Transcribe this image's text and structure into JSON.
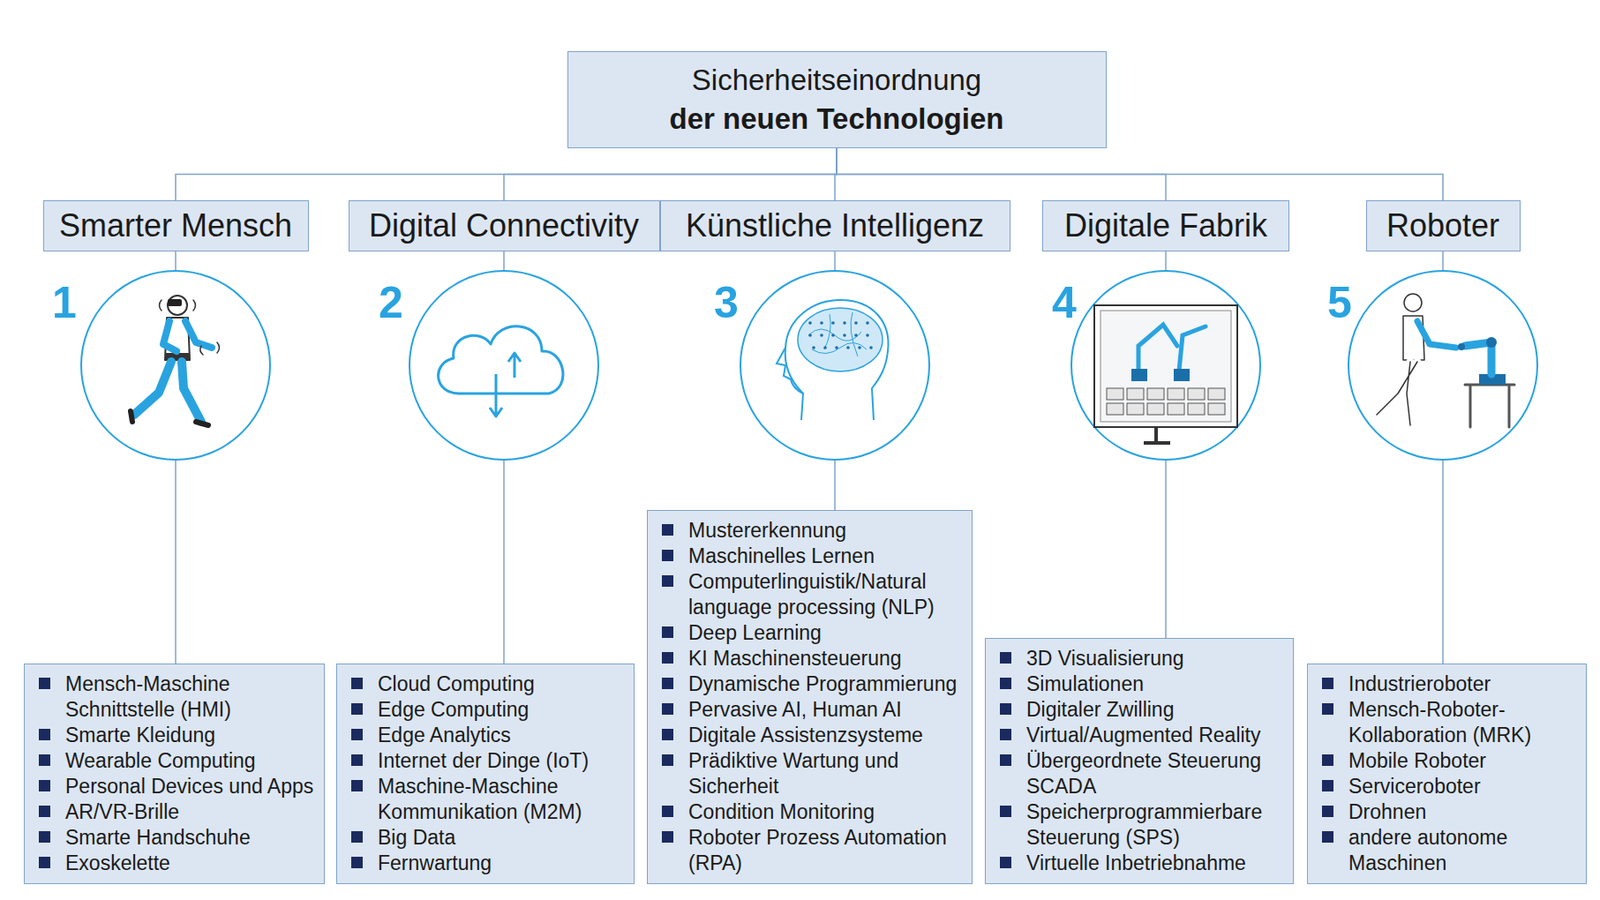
{
  "diagram": {
    "nodes": [
      {
        "text": [
          "Sicherheitseinordnung",
          "der neuen Technologien"
        ]
      },
      {
        "text": [
          "Smarter Mensch"
        ]
      },
      {
        "text": [
          "Digital Connectivity"
        ]
      },
      {
        "text": [
          "Künstliche Intelligenz"
        ]
      },
      {
        "text": [
          "Digitale Fabrik"
        ]
      },
      {
        "text": [
          "Roboter"
        ]
      },
      {
        "text": [
          "Mensch-Maschine Schnittstelle (HMI)",
          "Smarte Kleidung",
          "Wearable Computing",
          "Personal Devices und Apps",
          "AR/VR-Brille",
          "Smarte Handschuhe",
          "Exoskelette"
        ]
      },
      {
        "text": [
          "Cloud Computing",
          "Edge Computing",
          "Edge Analytics",
          "Internet der Dinge (IoT)",
          "Maschine-Maschine Kommunikation (M2M)",
          "Big Data",
          "Fernwartung"
        ]
      },
      {
        "text": [
          "Mustererkennung",
          "Maschinelles Lernen",
          "Computerlinguistik/Natural language processing (NLP)",
          "Deep Learning",
          "KI Maschinensteuerung",
          "Dynamische Programmierung",
          "Pervasive AI, Human AI",
          "Digitale Assistenzsysteme",
          "Prädiktive Wartung und Sicherheit",
          "Condition Monitoring",
          "Roboter Prozess Automation (RPA)"
        ]
      },
      {
        "text": [
          "3D Visualisierung",
          "Simulationen",
          "Digitaler Zwilling",
          "Virtual/Augmented Reality",
          "Übergeordnete Steuerung SCADA",
          "Speicherprogrammierbare Steuerung (SPS)",
          "Virtuelle Inbetriebnahme"
        ]
      },
      {
        "text": [
          "Industrieroboter",
          "Mensch-Roboter-Kollaboration (MRK)",
          "Mobile Roboter",
          "Serviceroboter",
          "Drohnen",
          "andere autonome Maschinen"
        ]
      }
    ],
    "edges": [
      {
        "from": 0,
        "to": 1,
        "arrow": "none"
      },
      {
        "from": 0,
        "to": 2,
        "arrow": "none"
      },
      {
        "from": 0,
        "to": 3,
        "arrow": "none"
      },
      {
        "from": 0,
        "to": 4,
        "arrow": "none"
      },
      {
        "from": 0,
        "to": 5,
        "arrow": "none"
      },
      {
        "from": 1,
        "to": 6,
        "arrow": "none"
      },
      {
        "from": 2,
        "to": 7,
        "arrow": "none"
      },
      {
        "from": 3,
        "to": 8,
        "arrow": "none"
      },
      {
        "from": 4,
        "to": 9,
        "arrow": "none"
      },
      {
        "from": 5,
        "to": 10,
        "arrow": "none"
      }
    ],
    "labels": [
      "1",
      "2",
      "3",
      "4",
      "5"
    ]
  }
}
